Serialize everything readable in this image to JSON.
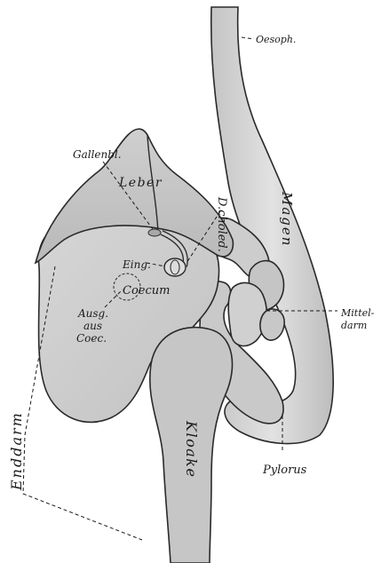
{
  "labels": {
    "oesoph": "Oesoph.",
    "gallenbl": "Gallenbl.",
    "leber": "Leber",
    "d_choled": "D.choled.",
    "magen": "Magen",
    "eing": "Eing.",
    "coecum": "Coecum",
    "ausg_1": "Ausg.",
    "ausg_2": "aus",
    "ausg_3": "Coec.",
    "mittel_1": "Mittel-",
    "mittel_2": "darm",
    "enddarm": "Enddarm",
    "kloake": "Kloake",
    "pylorus": "Pylorus"
  },
  "colors": {
    "organ_fill": "#d4d4d4",
    "organ_dark": "#b6b6b6",
    "organ_light": "#e6e6e6",
    "outline": "#2a2a2a"
  }
}
